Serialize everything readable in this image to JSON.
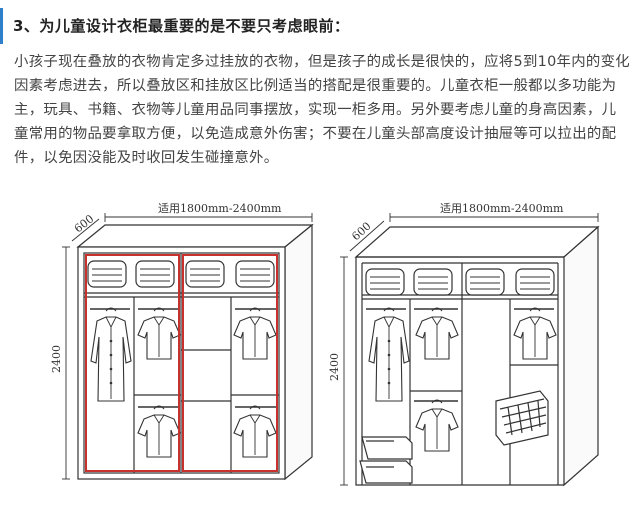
{
  "article": {
    "heading": "3、为儿童设计衣柜最重要的是不要只考虑眼前：",
    "paragraph": "小孩子现在叠放的衣物肯定多过挂放的衣物，但是孩子的成长是很快的，应将5到10年内的变化因素考虑进去，所以叠放区和挂放区比例适当的搭配是很重要的。儿童衣柜一般都以多功能为主，玩具、书籍、衣物等儿童用品同事摆放，实现一柜多用。另外要考虑儿童的身高因素，儿童常用的物品要拿取方便，以免造成意外伤害；不要在儿童头部高度设计抽屉等可以拉出的配件，以免因没能及时收回发生碰撞意外。"
  },
  "figure": {
    "left_wardrobe": {
      "depth_label": "600",
      "width_label": "适用1800mm-2400mm",
      "height_label": "2400",
      "highlight_color": "#c8322e"
    },
    "right_wardrobe": {
      "depth_label": "600",
      "width_label": "适用1800mm-2400mm",
      "height_label": "2400"
    },
    "line_color": "#333333"
  }
}
